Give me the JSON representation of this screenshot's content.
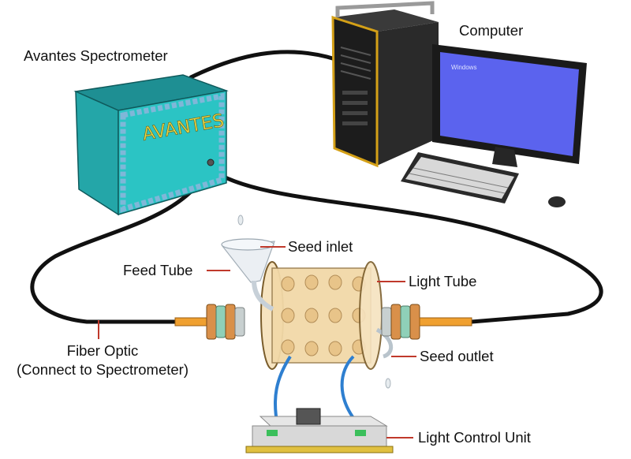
{
  "labels": {
    "computer": "Computer",
    "spectrometer": "Avantes Spectrometer",
    "seed_inlet": "Seed inlet",
    "feed_tube": "Feed Tube",
    "light_tube": "Light Tube",
    "fiber_optic": "Fiber Optic",
    "fiber_optic_note": "(Connect to Spectrometer)",
    "seed_outlet": "Seed outlet",
    "light_control_unit": "Light Control Unit"
  },
  "device": {
    "brand": "AVANTES",
    "screen_text": "Windows"
  },
  "colors": {
    "leader_line": "#c0392b",
    "cable": "#111111",
    "spectrometer_body": "#2bc4c4",
    "monitor_screen": "#5b63ee",
    "light_tube": "#f2d9a8",
    "led_wire": "#2e7fd0"
  }
}
